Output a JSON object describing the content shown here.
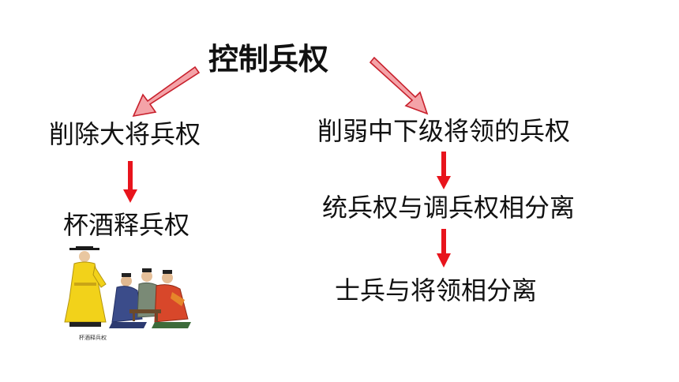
{
  "diagram": {
    "root": "控制兵权",
    "left_branch": {
      "level1": "削除大将兵权",
      "level2": "杯酒释兵权"
    },
    "right_branch": {
      "level1": "削弱中下级将领的兵权",
      "level2": "统兵权与调兵权相分离",
      "level3": "士兵与将领相分离"
    },
    "illustration": {
      "caption": "杯酒释兵权"
    }
  },
  "colors": {
    "diagonal_arrow_fill": "#f4a3a8",
    "diagonal_arrow_stroke": "#c8202c",
    "vertical_arrow": "#e8141c",
    "text": "#111111"
  }
}
